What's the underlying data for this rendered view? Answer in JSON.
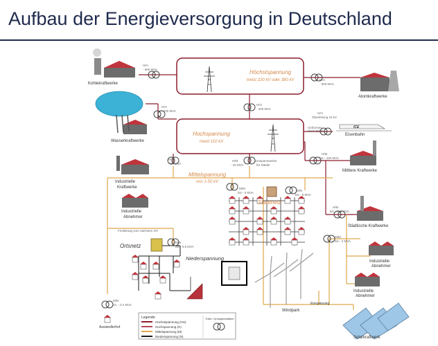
{
  "title": "Aufbau der Energieversorgung in Deutschland",
  "colors": {
    "title": "#1f2a4d",
    "hv_line": "#8a1c2b",
    "mid_line": "#e0a64a",
    "low_line": "#1a1a1a",
    "mv_line": "#c58b3a",
    "roof": "#c0343c",
    "water": "#3bb2d6"
  },
  "levels": {
    "hoechst_title": "Höchstspannung",
    "hoechst_sub": "meist 220 kV oder 380 kV",
    "hoch_title": "Hochspannung",
    "hoch_sub": "meist 110 kV",
    "mittel_title": "Mittelspannung",
    "mittel_sub": "von 1-50 kV",
    "nieder_title": "Niederspannung",
    "ortsnetz": "Ortsnetz",
    "stadtnetz": "Stadtnetz"
  },
  "plants": {
    "kohle": "Kohlekraftwerke",
    "atom": "Atomkraftwerke",
    "wasser": "Wasserkraftwerke",
    "eisenbahn": "Eisenbahn",
    "ice": "ICE",
    "industrie_kw_1": "Industrielle",
    "industrie_kw_2": "Kraftwerke",
    "mittlere_kw": "Mittlere Kraftwerke",
    "industrie_abn_1": "Industrielle",
    "industrie_abn_2": "Abnehmer",
    "staedtische_kw": "Städtische Kraftwerke",
    "windpark": "Windpark",
    "solar": "Solarkraftwerk",
    "aussiedlerhof": "Aussiedlerhof",
    "einspeisung": "Einspeisung"
  },
  "annotations": {
    "hm_kohle_1": "H/H",
    "hm_kohle_2": "- 600 MVA",
    "hm_atom_1": "H/H",
    "hm_atom_2": "- 600 MVA",
    "hm_mid_1": "H/H",
    "hm_mid_2": "- 200 MVA",
    "hm_wasser_1": "H/H",
    "hm_wasser_2": "- 200 MVA",
    "hm_bahn_1": "H/H",
    "hm_bahn_2": "Oberleitung 15 kV",
    "umformer_1": "Umformer-",
    "umformer_2": "Werk 50Hz",
    "hm_ind_1": "H/M",
    "hm_ind_2": "- 50 MVA",
    "hm_city_1": "H/M",
    "hm_city_2": "- 40 MVA",
    "umspann_1": "Umspannwerke",
    "umspann_2": "für Städte",
    "hm_mkw_1": "H/M",
    "hm_mkw_2": "bis - 150 MVA",
    "hm_skw_1": "H/M",
    "hm_skw_2": "bis - 150 MVA",
    "mm_net_1": "M/M",
    "mm_net_2": "bis - 5 MVA",
    "mm_net2_1": "M/N",
    "mm_net2_2": "bis - 5 MVA",
    "mn_ind_1": "M/M",
    "mn_ind_2": "bis - 2 MVA",
    "mn_orts_1": "M/N",
    "mn_orts_2": "bis - 0,5 MVA",
    "mn_hof_1": "M/N",
    "mn_hof_2": "ca. - 0,4 MVA",
    "freileitung": "Freileitung zum nächsten Ort"
  },
  "legend": {
    "title": "Legende:",
    "items": [
      {
        "label": "Höchstspannung (HH)",
        "color": "#8a1c2b"
      },
      {
        "label": "Hochspannung (H)",
        "color": "#b4485a"
      },
      {
        "label": "Mittelspannung (M)",
        "color": "#e0a64a"
      },
      {
        "label": "Niederspannung (N)",
        "color": "#1a1a1a"
      }
    ],
    "symbol_1": "Trafo / Umspannstation"
  }
}
